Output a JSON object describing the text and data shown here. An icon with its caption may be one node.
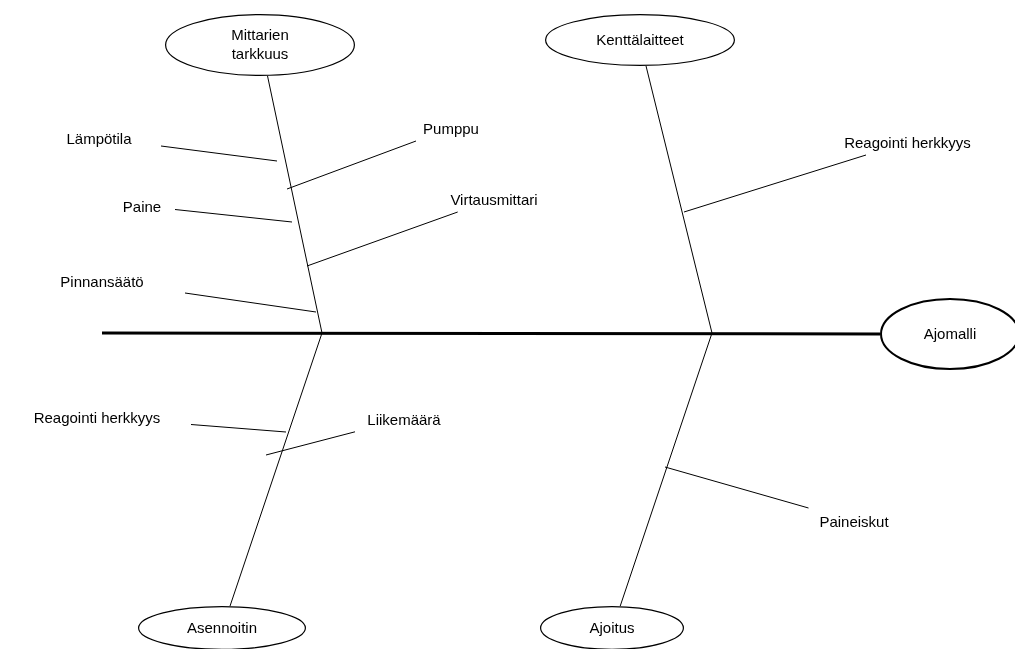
{
  "diagram": {
    "nodes": [
      {
        "text": [
          "Mittarien tarkkuus"
        ]
      },
      {
        "text": [
          "Kenttälaitteet"
        ]
      },
      {
        "text": [
          "Lämpötila"
        ]
      },
      {
        "text": [
          "Pumppu"
        ]
      },
      {
        "text": [
          "Reagointi herkkyys"
        ]
      },
      {
        "text": [
          "Paine"
        ]
      },
      {
        "text": [
          "Virtausmittari"
        ]
      },
      {
        "text": [
          "Pinnansäätö"
        ]
      },
      {
        "text": [
          "Ajomalli"
        ]
      },
      {
        "text": [
          "Reagointi herkkyys"
        ]
      },
      {
        "text": [
          "Liikemäärä"
        ]
      },
      {
        "text": [
          "Paineiskut"
        ]
      },
      {
        "text": [
          "Asennoitin"
        ]
      },
      {
        "text": [
          "Ajoitus"
        ]
      }
    ],
    "edges": [
      {
        "from": null,
        "to": 8,
        "arrow": "none",
        "style": "thick"
      },
      {
        "from": 0,
        "to": null,
        "arrow": "none"
      },
      {
        "from": 1,
        "to": null,
        "arrow": "none"
      },
      {
        "from": 12,
        "to": null,
        "arrow": "none"
      },
      {
        "from": 13,
        "to": null,
        "arrow": "none"
      },
      {
        "from": 2,
        "to": null,
        "arrow": "none"
      },
      {
        "from": 3,
        "to": null,
        "arrow": "none"
      },
      {
        "from": 5,
        "to": null,
        "arrow": "none"
      },
      {
        "from": 6,
        "to": null,
        "arrow": "none"
      },
      {
        "from": 7,
        "to": null,
        "arrow": "none"
      },
      {
        "from": 4,
        "to": null,
        "arrow": "none"
      },
      {
        "from": 9,
        "to": null,
        "arrow": "none"
      },
      {
        "from": 10,
        "to": null,
        "arrow": "none"
      },
      {
        "from": 11,
        "to": null,
        "arrow": "none"
      }
    ]
  }
}
